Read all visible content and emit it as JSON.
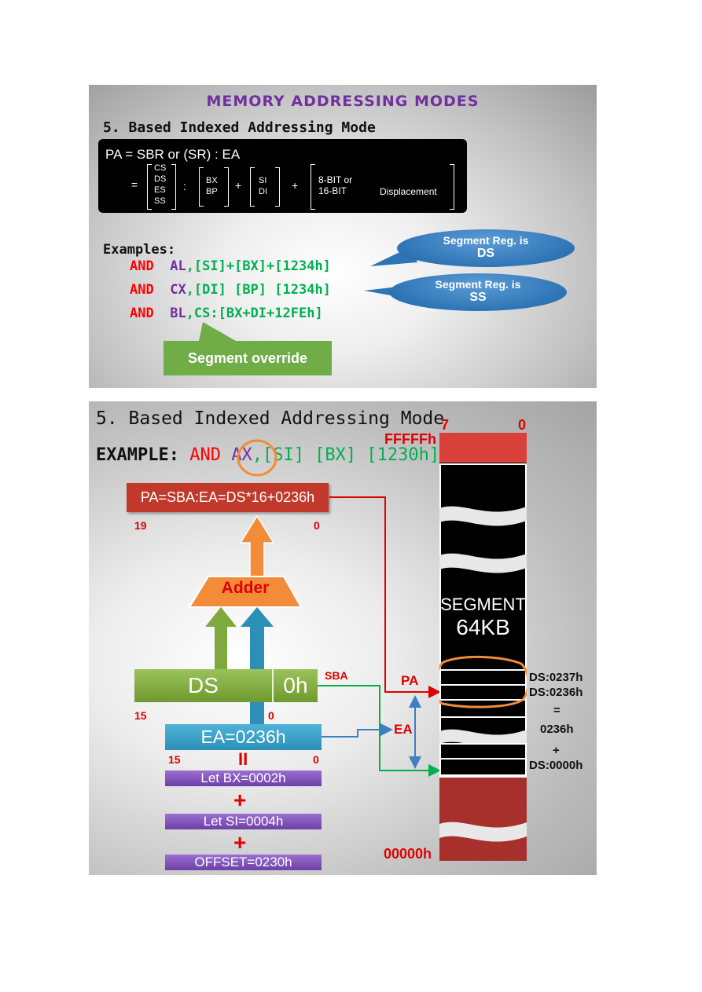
{
  "slide1": {
    "title": "MEMORY ADDRESSING MODES",
    "heading": "5. Based Indexed Addressing Mode",
    "formula": {
      "line1": "PA = SBR or (SR) : EA",
      "eq": "=",
      "segs": [
        "CS",
        "DS",
        "ES",
        "SS"
      ],
      "colon": ":",
      "base": [
        "BX",
        "BP"
      ],
      "plus1": "+",
      "index": [
        "SI",
        "DI"
      ],
      "plus2": "+",
      "disp_line1": "8-BIT  or",
      "disp_line2": "16-BIT",
      "disp_word": "Displacement"
    },
    "examples_label": "Examples:",
    "examples": [
      {
        "op": "AND",
        "reg": "AL",
        "mem": ",[SI]+[BX]+[1234h]"
      },
      {
        "op": "AND",
        "reg": "CX",
        "mem": ",[DI] [BP] [1234h]"
      },
      {
        "op": "AND",
        "reg": "BL",
        "mem": ",CS:[BX+DI+12FEh]"
      }
    ],
    "bubbles": [
      {
        "line1": "Segment Reg. is",
        "line2": "DS"
      },
      {
        "line1": "Segment Reg. is",
        "line2": "SS"
      }
    ],
    "callout": "Segment override",
    "colors": {
      "op": "#ff0000",
      "reg": "#7030a0",
      "mem": "#00b050",
      "title": "#7030a0"
    }
  },
  "slide2": {
    "heading": "5. Based Indexed Addressing Mode",
    "example_label": "EXAMPLE:",
    "example_op": "AND",
    "example_reg": "AX",
    "example_mem": ",[SI] [BX] [1230h]",
    "pa_box": "PA=SBA:EA=DS*16+0236h",
    "pa_bits_hi": "19",
    "pa_bits_lo": "0",
    "adder": "Adder",
    "ds": "DS",
    "ds_zero": "0h",
    "sba": "SBA",
    "ds_bits_hi": "15",
    "ds_bits_lo": "0",
    "ea_box": "EA=0236h",
    "ea_bits_hi": "15",
    "ea_bits_lo": "0",
    "equals": "II",
    "let_bx": "Let BX=0002h",
    "let_si": "Let SI=0004h",
    "offset": "OFFSET=0230h",
    "plus": "+",
    "mem_bit_hi": "7",
    "mem_bit_lo": "0",
    "addr_top": "FFFFFh",
    "addr_bottom": "00000h",
    "segment_line1": "SEGMENT",
    "segment_line2": "64KB",
    "pa_label": "PA",
    "ea_label": "EA",
    "ds0237": "DS:0237h",
    "ds0236": "DS:0236h",
    "eq_sign": "=",
    "val0236": "0236h",
    "plus_sign": "+",
    "ds0000": "DS:0000h"
  }
}
